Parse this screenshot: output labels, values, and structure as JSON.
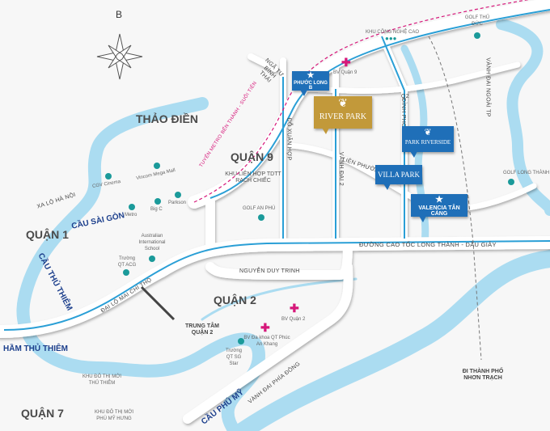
{
  "compass": {
    "north_label": "B"
  },
  "districts": {
    "thao_dien": "THẢO ĐIỀN",
    "quan9": "QUẬN 9",
    "quan1": "QUẬN 1",
    "quan2": "QUẬN 2",
    "quan7": "QUẬN 7"
  },
  "areas": {
    "khu_lien_hop": "KHU LIÊN HỢP TDTT RẠCH CHIẾC",
    "trung_tam_q2": "TRUNG TÂM QUẬN 2",
    "thu_thiem": "KHU ĐÔ THỊ MỚI THỦ THIÊM",
    "phu_my_hung": "KHU ĐÔ THỊ MỚI PHÚ MỸ HƯNG",
    "khu_cong_nghe_cao": "KHU CÔNG NGHỆ CAO",
    "nhon_trach": "ĐI THÀNH PHỐ NHƠN TRẠCH"
  },
  "bridges": {
    "cau_sai_gon": "CẦU SÀI GÒN",
    "cau_thu_thiem": "CẦU THỦ THIÊM",
    "ham_thu_thiem": "HẦM THỦ THIÊM",
    "cau_phu_my": "CẦU PHÚ MỸ"
  },
  "roads": {
    "xa_lo_ha_noi": "XA LỘ HÀ NỘI",
    "metro": "TUYẾN METRO BẾN THÀNH - SUỐI TIÊN",
    "nga_tu_binh_thai": "NGÃ TƯ BÌNH THÁI",
    "do_xuan_hop": "ĐỖ XUÂN HỢP",
    "vanh_dai_2": "VÀNH ĐAI 2",
    "dinh_phong_phu": "ĐÌNH PHONG PHÚ",
    "lien_phuong": "LIÊN PHƯỜNG",
    "q2_road": "Q2",
    "vanh_dai_ngoai": "VÀNH ĐAI NGOÀI TP",
    "cao_toc": "ĐƯỜNG CAO TỐC LONG THÀNH - DẦU GIÂY",
    "nguyen_duy_trinh": "NGUYỄN DUY TRINH",
    "mai_chi_tho": "ĐẠI LỘ MAI CHÍ THỌ",
    "vanh_dai_phia_dong": "VÀNH ĐAI PHÍA ĐÔNG"
  },
  "poi": {
    "cgv": "CGV Cinema",
    "vincom": "Vincom Mega Mall",
    "metro": "Metro",
    "bigc": "Big C",
    "parkson": "Parkson",
    "ais": "Australian International School",
    "acg": "Trường QT ACG",
    "golf_an_phu": "GOLF AN PHÚ",
    "golf_thu_duc": "GOLF THỦ ĐỨC",
    "golf_long_thanh": "GOLF LONG THÀNH",
    "bv_q9": "BV Quận 9",
    "bv_q2": "BV Quận 2",
    "bv_phuc_an_khang": "BV Đa khoa QT Phúc An Khang",
    "sg_star": "Trường QT SG Star"
  },
  "projects": {
    "phuoc_long_b": "PHƯỚC LONG B",
    "river_park": "RIVER PARK",
    "park_riverside": "PARK RIVERSIDE",
    "villa_park": "VILLA PARK",
    "valencia": "VALENCIA TÂN CẢNG"
  },
  "colors": {
    "river": "#abdcf1",
    "road_line": "#2a9fd6",
    "project_blue": "#1f6fb8",
    "project_gold": "#c2993a",
    "poi": "#1b9a9a",
    "hospital": "#d6187a",
    "metro": "#d6187a"
  }
}
